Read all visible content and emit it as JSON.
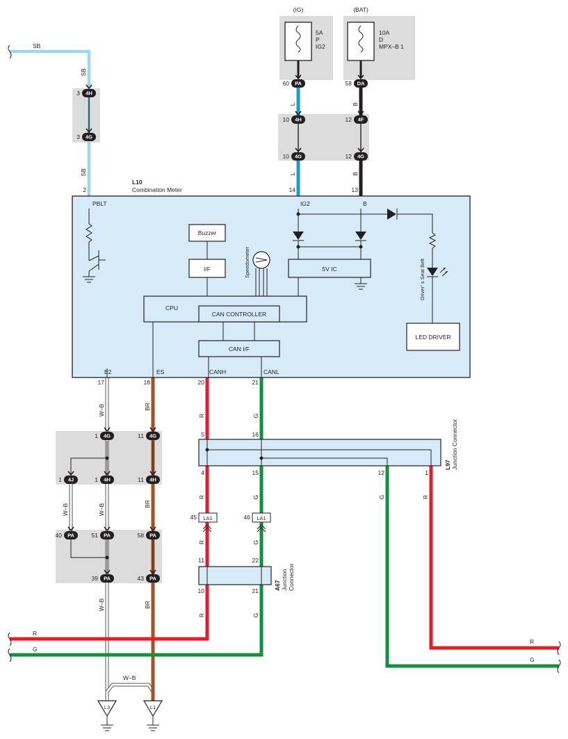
{
  "component": {
    "id": "L10",
    "name": "Combination Meter"
  },
  "power": {
    "ig": {
      "label": "(IG)",
      "amp": "5A",
      "code": "P",
      "name": "IG2"
    },
    "bat": {
      "label": "(BAT)",
      "amp": "10A",
      "code": "D",
      "name": "MPX–B 1"
    }
  },
  "wires": {
    "sb": "SB",
    "l": "L",
    "b": "B",
    "wb": "W–B",
    "br": "BR",
    "r": "R",
    "g": "G"
  },
  "connectors": {
    "c4H": "4H",
    "c4G": "4G",
    "c4F": "4F",
    "c4J": "4J",
    "cPA": "PA",
    "cDA": "DA",
    "cLA1": "LA1"
  },
  "pins": {
    "p3a": "3",
    "p3b": "3",
    "p60": "60",
    "p58": "58",
    "p10a": "10",
    "p10b": "10",
    "p12a": "12",
    "p12b": "12",
    "p2": "2",
    "p14": "14",
    "p13": "13",
    "p17": "17",
    "p18": "18",
    "p20": "20",
    "p21": "21",
    "p1a": "1",
    "p11a": "11",
    "p1b": "1",
    "p1c": "1",
    "p11b": "11",
    "p40": "40",
    "p51": "51",
    "p58b": "58",
    "p39": "39",
    "p43": "43",
    "p5": "5",
    "p16": "16",
    "p4": "4",
    "p15": "15",
    "p12c": "12",
    "p1d": "1",
    "p45": "45",
    "p46": "46",
    "p11c": "11",
    "p22": "22",
    "p10c": "10",
    "p21b": "21"
  },
  "terminals": {
    "pblt": "PBLT",
    "ig2": "IG2",
    "b": "B",
    "e2": "E2",
    "es": "ES",
    "canh": "CANH",
    "canl": "CANL"
  },
  "blocks": {
    "buzzer": "Buzzer",
    "if": "I/F",
    "cpu": "CPU",
    "can_controller": "CAN CONTROLLER",
    "can_if": "CAN I/F",
    "v5ic": "5V IC",
    "led_driver": "LED DRIVER",
    "speedometer": "Speedometer",
    "seat_belt": "Driver’ s Seat Belt"
  },
  "junctions": {
    "l97": {
      "id": "L97",
      "name": "Junction Connector"
    },
    "a67": {
      "id": "A67",
      "name1": "Junction",
      "name2": "Connector"
    }
  },
  "grounds": {
    "l3": "L3",
    "l1": "L1"
  },
  "colors": {
    "sb": "#9fd4f0",
    "l": "#1a9ad6",
    "b": "#231f20",
    "br": "#a65123",
    "r": "#e31d2a",
    "g": "#11913f",
    "ecu_fill": "#d6eaf8",
    "gray": "#dcdcdc"
  }
}
